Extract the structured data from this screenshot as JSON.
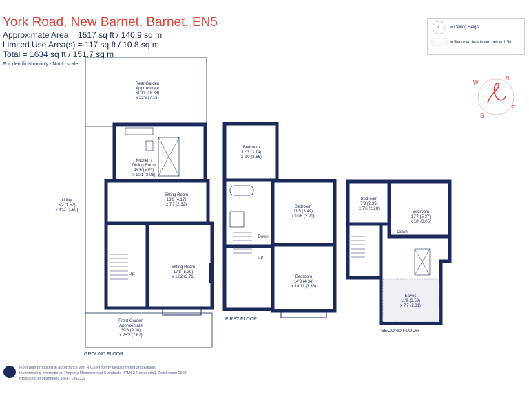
{
  "header": {
    "title": "York Road, New Barnet, Barnet, EN5",
    "approx_area": "Approximate Area = 1517 sq ft / 140.9 sq m",
    "limited_use": "Limited Use Area(s) = 117 sq ft / 10.8 sq m",
    "total": "Total = 1634 sq ft / 151.7 sq m",
    "note": "For identification only - Not to scale"
  },
  "legend": {
    "ceiling_badge": "ch",
    "ceiling_label": "= Ceiling Height",
    "reduced_label": "= Reduced headroom below 1.5m"
  },
  "compass": {
    "n": "N",
    "e": "E",
    "s": "S",
    "w": "W"
  },
  "floors": {
    "ground": "GROUND FLOOR",
    "first": "FIRST FLOOR",
    "second": "SECOND FLOOR"
  },
  "rooms": {
    "rear_garden": [
      "Rear Garden",
      "Approximate",
      "61'11 (18.88)",
      "x 23'6 (7.16)"
    ],
    "kitchen": [
      "Kitchen /",
      "Dining Room",
      "16'6 (5.04)",
      "x 10'1 (3.08)"
    ],
    "utility": [
      "Utility",
      "5'2 (1.57)",
      "x 4'11 (1.50)"
    ],
    "sitting1": [
      "Sitting Room",
      "13'8 (4.17)",
      "x 7'7 (2.32)"
    ],
    "sitting2": [
      "Sitting Room",
      "17'8 (5.39)",
      "x 12'2 (3.71)"
    ],
    "front_garden": [
      "Front Garden",
      "Approximate",
      "30'6 (9.30)",
      "x 25'2 (7.67)"
    ],
    "bed_ff1": [
      "Bedroom",
      "12'3 (3.74)",
      "x 8'9 (2.66)"
    ],
    "bed_ff2": [
      "Bedroom",
      "11'5 (3.49)",
      "x 10'6 (3.21)"
    ],
    "bed_ff3": [
      "Bedroom",
      "14'3 (4.34)",
      "x 10'11 (3.33)"
    ],
    "bed_sf1": [
      "Bedroom",
      "7'9 (2.35)",
      "x 7'6 (2.28)"
    ],
    "bed_sf2": [
      "Bedroom",
      "17'7 (5.37)",
      "x 10' (3.05)"
    ],
    "eaves": [
      "Eaves",
      "11'9 (3.59)",
      "x 7'7 (2.31)"
    ]
  },
  "stairs": {
    "gf_up": "Up",
    "ff_down": "Down",
    "ff_up": "Up",
    "sf_down": "Down"
  },
  "footer": {
    "line1": "Floor plan produced in accordance with RICS Property Measurement 2nd Edition,",
    "line2": "Incorporating International Property Measurement Standards (IPMS2 Residential). ©nichecom 2025.",
    "line3": "Produced for Hamptons.   REF: 1362332"
  },
  "colors": {
    "title": "#d9443b",
    "wall": "#1b2a5b",
    "text": "#1e2a52",
    "compass": "#d9443b"
  }
}
